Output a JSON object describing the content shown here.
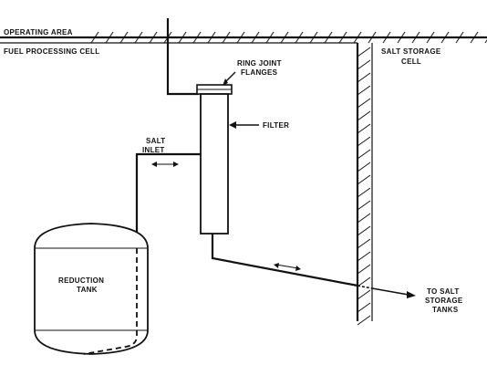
{
  "labels": {
    "operating_area": "OPERATING AREA",
    "fuel_processing_cell": "FUEL PROCESSING CELL",
    "salt_storage_cell_line1": "SALT STORAGE",
    "salt_storage_cell_line2": "CELL",
    "ring_joint_line1": "RING JOINT",
    "ring_joint_line2": "FLANGES",
    "filter": "FILTER",
    "salt_inlet_line1": "SALT",
    "salt_inlet_line2": "INLET",
    "reduction_tank_line1": "REDUCTION",
    "reduction_tank_line2": "TANK",
    "to_salt_line1": "TO SALT",
    "to_salt_line2": "STORAGE",
    "to_salt_line3": "TANKS"
  },
  "colors": {
    "line": "#111111",
    "background": "#ffffff"
  }
}
